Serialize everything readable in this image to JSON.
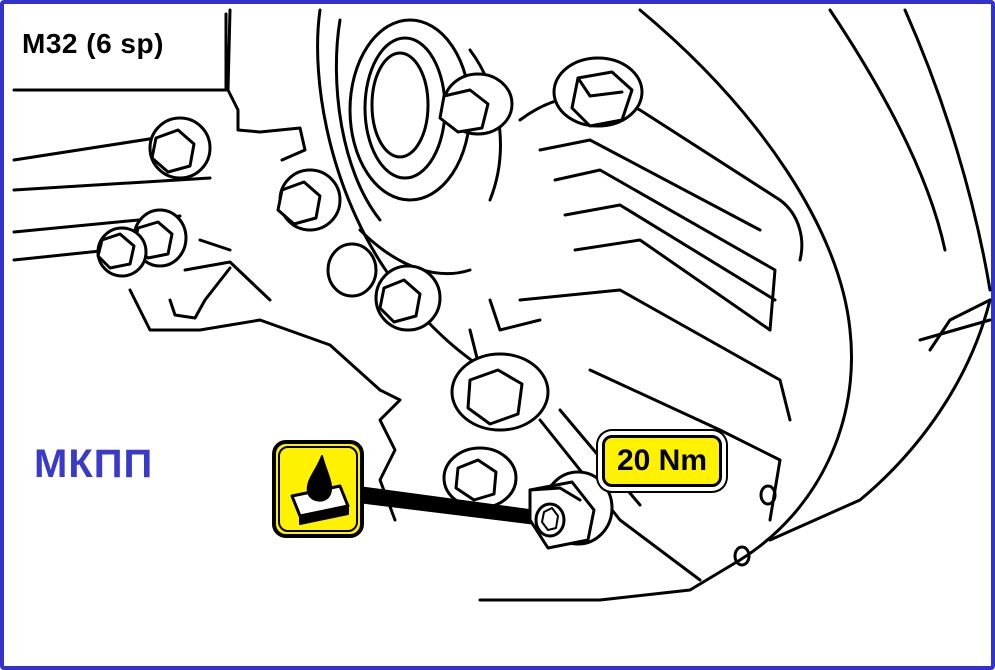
{
  "diagram": {
    "model_label": "M32 (6 sp)",
    "gearbox_label": "МКПП",
    "torque_label": "20 Nm"
  },
  "icons": {
    "oil_icon": "oil-drop-on-sealant-icon",
    "plug_icon": "hex-socket-drain-plug-icon"
  },
  "colors": {
    "frame_border": "#3333cc",
    "gearbox_label": "#3a3ac8",
    "badge_fill": "#fff200",
    "line": "#000000",
    "background": "#ffffff"
  }
}
